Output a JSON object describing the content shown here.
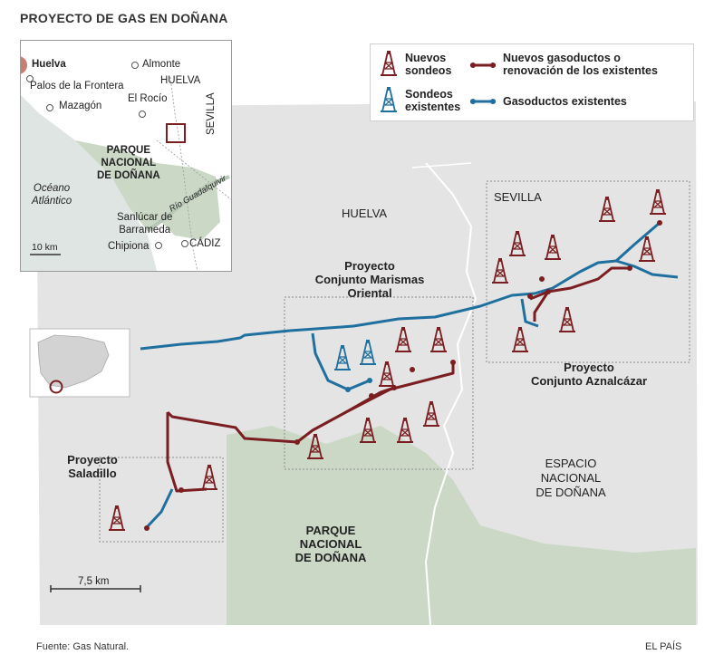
{
  "title": "PROYECTO DE GAS EN DOÑANA",
  "legend": {
    "new_wells": "Nuevos\nsondeos",
    "existing_wells": "Sondeos\nexistentes",
    "new_pipelines": "Nuevos gasoductos o\nrenovación de los existentes",
    "existing_pipelines": "Gasoductos existentes"
  },
  "colors": {
    "new": "#7a1e21",
    "existing": "#1f6f9f",
    "park_green": "#c9d6c2",
    "map_gray": "#e3e3e3"
  },
  "inset": {
    "places": [
      "Huelva",
      "Almonte",
      "HUELVA",
      "Palos de la Frontera",
      "El Rocío",
      "Mazagón",
      "SEVILLA",
      "PARQUE NACIONAL DE DOÑANA",
      "Océano Atlántico",
      "Río Guadalquivir",
      "Sanlúcar de Barrameda",
      "Chipiona",
      "CÁDIZ"
    ],
    "scale": "10 km",
    "huelva_bold": "Huelva",
    "almonte": "Almonte",
    "huelva_prov": "HUELVA",
    "palos": "Palos de la Frontera",
    "rocio": "El Rocío",
    "mazagon": "Mazagón",
    "sevilla": "SEVILLA",
    "parque": "PARQUE\nNACIONAL\nDE DOÑANA",
    "oceano": "Océano\nAtlántico",
    "rio": "Río Guadalquivir",
    "sanlucar": "Sanlúcar de\nBarrameda",
    "chipiona": "Chipiona",
    "cadiz": "CÁDIZ"
  },
  "map": {
    "huelva": "HUELVA",
    "sevilla": "SEVILLA",
    "marismas": "Proyecto\nConjunto Marismas\nOriental",
    "aznalcazar": "Proyecto\nConjunto Aznalcázar",
    "saladillo": "Proyecto\nSaladillo",
    "espacio": "ESPACIO\nNACIONAL\nDE DOÑANA",
    "parque": "PARQUE\nNACIONAL\nDE DOÑANA",
    "scale": "7,5 km"
  },
  "footer": {
    "source": "Fuente: Gas Natural.",
    "credit": "EL PAÍS"
  }
}
